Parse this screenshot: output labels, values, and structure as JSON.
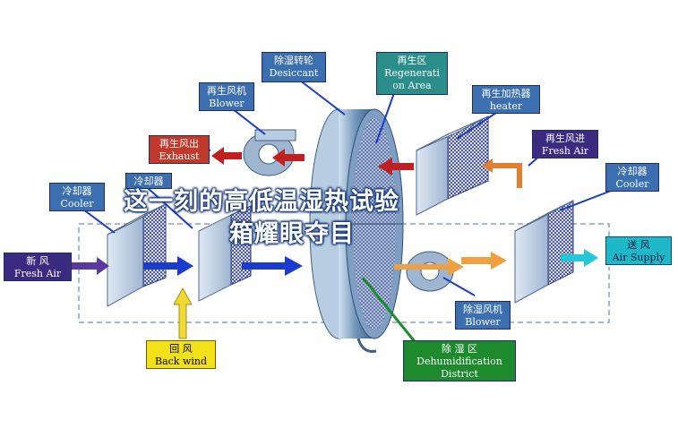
{
  "labels": {
    "desiccant": {
      "cn": "除湿转轮",
      "en": "Desiccant"
    },
    "regen_area": {
      "cn": "再生区",
      "en1": "Regenerati",
      "en2": "on Area"
    },
    "regen_blower": {
      "cn": "再生风机",
      "en": "Blower"
    },
    "regen_heater": {
      "cn": "再生加热器",
      "en": "heater"
    },
    "regen_exhaust": {
      "cn": "再生风出",
      "en": "Exhaust"
    },
    "fresh_air_regen": {
      "cn": "再生风进",
      "en": "Fresh Air"
    },
    "cooler_left": {
      "cn": "冷却器",
      "en": "Cooler"
    },
    "cooler_mid": {
      "cn": "冷却器"
    },
    "cooler_right": {
      "cn": "冷却器",
      "en": "Cooler"
    },
    "fresh_air_in": {
      "cn": "新 风",
      "en": "Fresh Air"
    },
    "air_supply": {
      "cn": "送 风",
      "en": "Air Supply"
    },
    "dehum_blower": {
      "cn": "除湿风机",
      "en": "Blower"
    },
    "back_wind": {
      "cn": "回 风",
      "en": "Back wind"
    },
    "dehum_district": {
      "cn": "除 湿 区",
      "en1": "Dehumidification",
      "en2": "District"
    }
  },
  "overlay_text": {
    "line1": "这一刻的高低温湿热试验",
    "line2": "箱耀眼夺目"
  }
}
